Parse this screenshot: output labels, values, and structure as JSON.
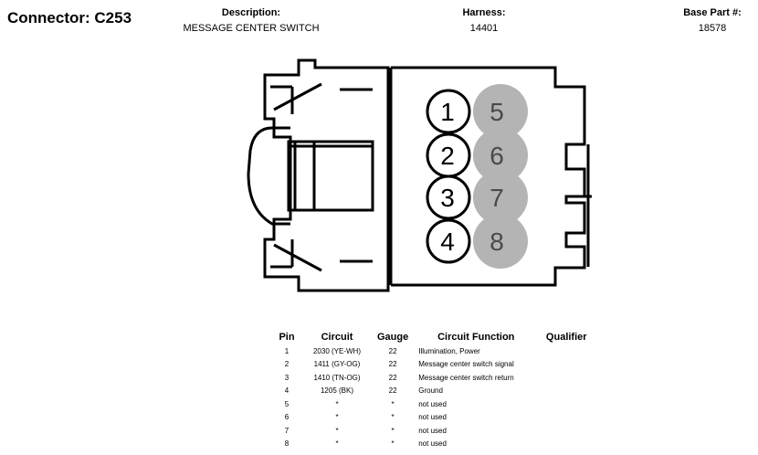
{
  "header": {
    "connector_title": "Connector: C253",
    "description_label": "Description:",
    "description_value": "MESSAGE CENTER SWITCH",
    "harness_label": "Harness:",
    "harness_value": "14401",
    "base_part_label": "Base Part #:",
    "base_part_value": "18578"
  },
  "diagram": {
    "active_pins": [
      "1",
      "2",
      "3",
      "4"
    ],
    "unused_pins": [
      "5",
      "6",
      "7",
      "8"
    ],
    "unused_pin_color": "#b4b4b4"
  },
  "table": {
    "headers": {
      "pin": "Pin",
      "circuit": "Circuit",
      "gauge": "Gauge",
      "function": "Circuit Function",
      "qualifier": "Qualifier"
    },
    "rows": [
      {
        "pin": "1",
        "circuit": "2030 (YE-WH)",
        "gauge": "22",
        "function": "Illumination, Power",
        "qualifier": ""
      },
      {
        "pin": "2",
        "circuit": "1411 (GY-OG)",
        "gauge": "22",
        "function": "Message center switch signal",
        "qualifier": ""
      },
      {
        "pin": "3",
        "circuit": "1410 (TN-OG)",
        "gauge": "22",
        "function": "Message center switch return",
        "qualifier": ""
      },
      {
        "pin": "4",
        "circuit": "1205 (BK)",
        "gauge": "22",
        "function": "Ground",
        "qualifier": ""
      },
      {
        "pin": "5",
        "circuit": "*",
        "gauge": "*",
        "function": "not used",
        "qualifier": ""
      },
      {
        "pin": "6",
        "circuit": "*",
        "gauge": "*",
        "function": "not used",
        "qualifier": ""
      },
      {
        "pin": "7",
        "circuit": "*",
        "gauge": "*",
        "function": "not used",
        "qualifier": ""
      },
      {
        "pin": "8",
        "circuit": "*",
        "gauge": "*",
        "function": "not used",
        "qualifier": ""
      }
    ]
  }
}
